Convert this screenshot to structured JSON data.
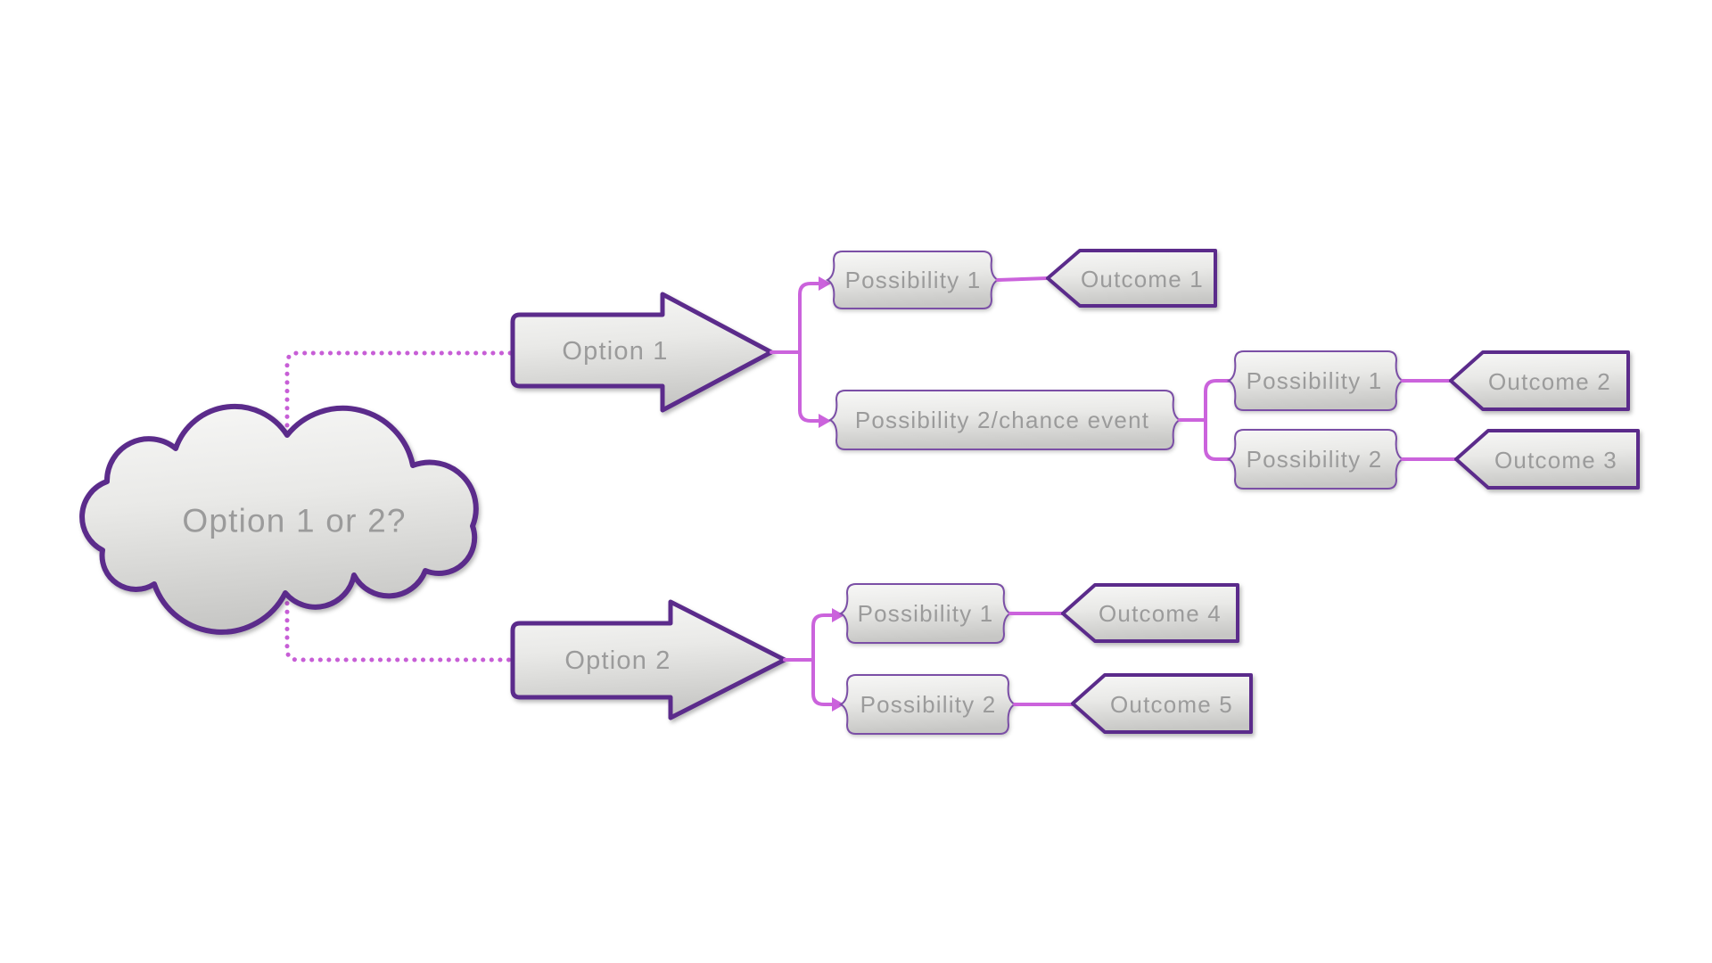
{
  "colors": {
    "shape_border_dark": "#5b2b8b",
    "shape_border_medium": "#7b4fa6",
    "connector": "#cb63dc",
    "dotted": "#c75ed6",
    "shape_text": "#9b9b9b",
    "fill_top": "#f7f7f6",
    "fill_mid": "#e9e9e7",
    "fill_bottom": "#c7c7c5"
  },
  "root": {
    "label": "Option 1 or 2?"
  },
  "branches": [
    {
      "option": {
        "label": "Option 1"
      },
      "possibilities": [
        {
          "label": "Possibility 1",
          "outcome": {
            "label": "Outcome 1"
          }
        },
        {
          "label": "Possibility 2/chance event",
          "possibilities": [
            {
              "label": "Possibility 1",
              "outcome": {
                "label": "Outcome 2"
              }
            },
            {
              "label": "Possibility 2",
              "outcome": {
                "label": "Outcome 3"
              }
            }
          ]
        }
      ]
    },
    {
      "option": {
        "label": "Option 2"
      },
      "possibilities": [
        {
          "label": "Possibility 1",
          "outcome": {
            "label": "Outcome 4"
          }
        },
        {
          "label": "Possibility 2",
          "outcome": {
            "label": "Outcome 5"
          }
        }
      ]
    }
  ]
}
